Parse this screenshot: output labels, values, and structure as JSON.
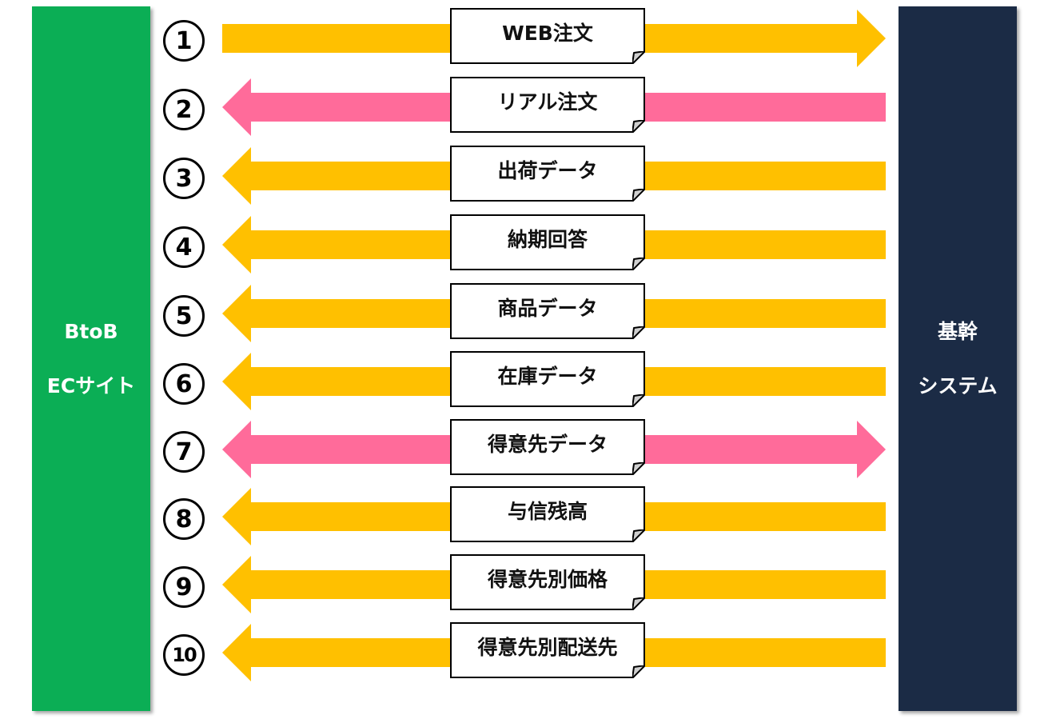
{
  "colors": {
    "ec_panel": "#0bae55",
    "core_panel": "#1b2b45",
    "arrow_yellow": "#ffc000",
    "arrow_pink": "#ff6b9a"
  },
  "ec_site": {
    "line1": "BtoB",
    "line2": "ECサイト"
  },
  "core_system": {
    "line1": "基幹",
    "line2": "システム"
  },
  "flows": [
    {
      "number": "①",
      "label": "WEB注文",
      "direction": "right",
      "color": "yellow"
    },
    {
      "number": "②",
      "label": "リアル注文",
      "direction": "left",
      "color": "pink"
    },
    {
      "number": "③",
      "label": "出荷データ",
      "direction": "left",
      "color": "yellow"
    },
    {
      "number": "④",
      "label": "納期回答",
      "direction": "left",
      "color": "yellow"
    },
    {
      "number": "⑤",
      "label": "商品データ",
      "direction": "left",
      "color": "yellow"
    },
    {
      "number": "⑥",
      "label": "在庫データ",
      "direction": "left",
      "color": "yellow"
    },
    {
      "number": "⑦",
      "label": "得意先データ",
      "direction": "both",
      "color": "pink"
    },
    {
      "number": "⑧",
      "label": "与信残高",
      "direction": "left",
      "color": "yellow"
    },
    {
      "number": "⑨",
      "label": "得意先別価格",
      "direction": "left",
      "color": "yellow"
    },
    {
      "number": "⑩",
      "label": "得意先別配送先",
      "direction": "left",
      "color": "yellow"
    }
  ]
}
